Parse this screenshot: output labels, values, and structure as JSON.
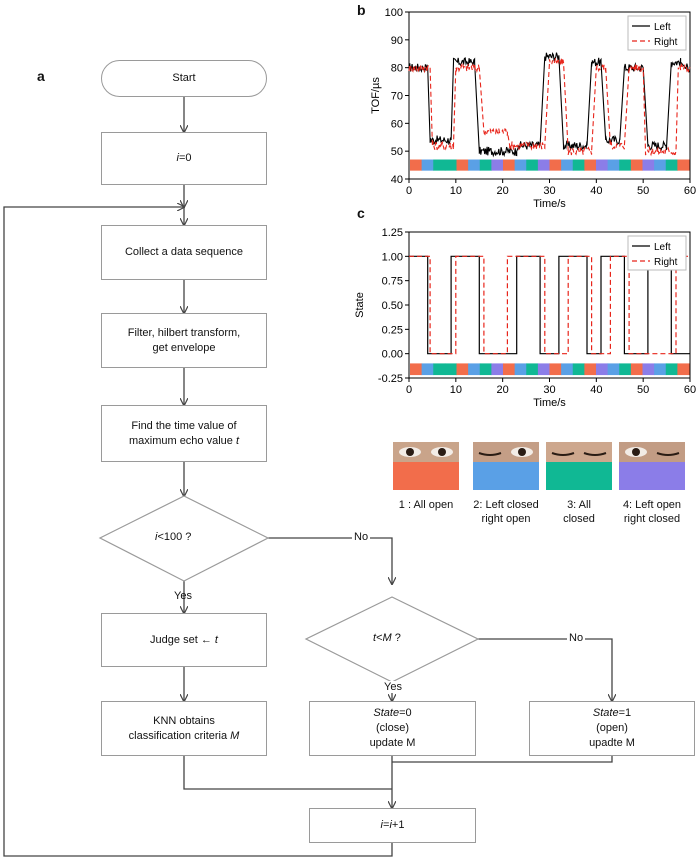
{
  "labels": {
    "a": "a",
    "b": "b",
    "c": "c"
  },
  "flowchart": {
    "start": "Start",
    "init_i": "i",
    "init_eq": "=0",
    "collect": "Collect a data sequence",
    "filter_line1": "Filter, hilbert transform,",
    "filter_line2": "get envelope",
    "find_line1": "Find the time value of",
    "find_line2": "maximum echo value ",
    "find_t": "t",
    "decision1_i": "i",
    "decision1_rest": "<100 ?",
    "decision2_t": "t",
    "decision2_lt": "<",
    "decision2_m": "M",
    "decision2_q": " ?",
    "judge_prefix": "Judge set ",
    "judge_t": "t",
    "knn_line1": "KNN obtains",
    "knn_line2": "classification criteria ",
    "knn_m": "M",
    "state0_state": "State",
    "state0_eq": "=0",
    "state0_line2": "(close)",
    "state0_line3": "update M",
    "state1_state": "State",
    "state1_eq": "=1",
    "state1_line2": "(open)",
    "state1_line3": "upadte M",
    "incr_i1": "i",
    "incr_eq": "=",
    "incr_i2": "i",
    "incr_rest": "+1",
    "yes1": "Yes",
    "no1": "No",
    "yes2": "Yes",
    "no2": "No"
  },
  "legend": {
    "items": [
      {
        "caption_line1": "1 : All open",
        "caption_line2": "",
        "color": "#f26d4b"
      },
      {
        "caption_line1": "2: Left closed",
        "caption_line2": "right open",
        "color": "#5aa0e6"
      },
      {
        "caption_line1": "3: All",
        "caption_line2": "closed",
        "color": "#10b894"
      },
      {
        "caption_line1": "4: Left open",
        "caption_line2": "right closed",
        "color": "#8b7de8"
      }
    ]
  },
  "chart_data": [
    {
      "type": "line",
      "xlabel": "Time/s",
      "ylabel": "TOF/µs",
      "xlim": [
        0,
        60
      ],
      "ylim": [
        40,
        100
      ],
      "xticks": [
        0,
        10,
        20,
        30,
        40,
        50,
        60
      ],
      "yticks": [
        40,
        50,
        60,
        70,
        80,
        90,
        100
      ],
      "legend_position": "top-right",
      "series": [
        {
          "name": "Left",
          "color": "#000000",
          "style": "solid",
          "x": [
            0,
            4,
            4.5,
            9,
            9.5,
            14,
            15,
            23,
            23.5,
            28,
            29,
            32,
            33,
            38,
            39,
            41,
            42,
            45,
            46,
            50,
            51,
            55,
            56,
            58,
            59,
            60
          ],
          "values": [
            80,
            80,
            54,
            54,
            82,
            82,
            50,
            50,
            52,
            52,
            84,
            84,
            52,
            52,
            82,
            82,
            54,
            54,
            80,
            80,
            52,
            52,
            82,
            82,
            80,
            80
          ]
        },
        {
          "name": "Right",
          "color": "#e8251b",
          "style": "dashed",
          "x": [
            0,
            4.5,
            5,
            9.5,
            10,
            15,
            16,
            21,
            21.5,
            29,
            30,
            33,
            34,
            39,
            40,
            42,
            43,
            46,
            47,
            50,
            50.5,
            57,
            57.5,
            60
          ],
          "values": [
            80,
            80,
            52,
            52,
            80,
            80,
            57,
            57,
            52,
            52,
            82,
            82,
            50,
            50,
            80,
            80,
            52,
            52,
            80,
            80,
            50,
            50,
            80,
            80
          ]
        }
      ],
      "state_bar": [
        "1",
        "2",
        "3",
        "3",
        "1",
        "2",
        "3",
        "4",
        "1",
        "2",
        "3",
        "4",
        "1",
        "2",
        "3",
        "1",
        "4",
        "2",
        "3",
        "1",
        "4",
        "2",
        "3",
        "1"
      ]
    },
    {
      "type": "line",
      "xlabel": "Time/s",
      "ylabel": "State",
      "xlim": [
        0,
        60
      ],
      "ylim": [
        -0.25,
        1.25
      ],
      "xticks": [
        0,
        10,
        20,
        30,
        40,
        50,
        60
      ],
      "yticks": [
        -0.25,
        0.0,
        0.25,
        0.5,
        0.75,
        1.0,
        1.25
      ],
      "legend_position": "top-right",
      "series": [
        {
          "name": "Left",
          "color": "#000000",
          "style": "solid",
          "x": [
            0,
            4,
            4,
            9,
            9,
            15,
            15,
            23,
            23,
            28,
            28,
            32,
            32,
            38,
            38,
            41,
            41,
            46,
            46,
            51,
            51,
            56,
            56,
            60
          ],
          "values": [
            1,
            1,
            0,
            0,
            1,
            1,
            0,
            0,
            1,
            1,
            0,
            0,
            1,
            1,
            0,
            0,
            1,
            1,
            0,
            0,
            1,
            1,
            0,
            0
          ]
        },
        {
          "name": "Right",
          "color": "#e8251b",
          "style": "dashed",
          "x": [
            0,
            4.5,
            4.5,
            10,
            10,
            16,
            16,
            21,
            21,
            29,
            29,
            34,
            34,
            39,
            39,
            43,
            43,
            47,
            47,
            57,
            57,
            60
          ],
          "values": [
            1,
            1,
            0,
            0,
            1,
            1,
            0,
            0,
            1,
            1,
            0,
            0,
            1,
            1,
            0,
            0,
            1,
            1,
            0,
            0,
            1,
            1
          ]
        }
      ],
      "state_bar": [
        "1",
        "2",
        "3",
        "3",
        "1",
        "2",
        "3",
        "4",
        "1",
        "2",
        "3",
        "4",
        "1",
        "2",
        "3",
        "1",
        "4",
        "2",
        "3",
        "1",
        "4",
        "2",
        "3",
        "1"
      ]
    }
  ]
}
